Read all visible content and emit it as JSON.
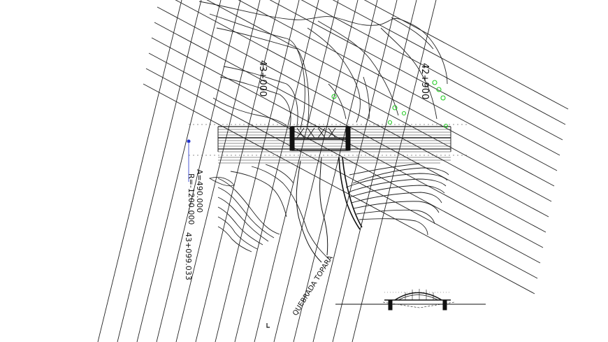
{
  "drawing": {
    "station_labels": {
      "sta_43_000": "43+000",
      "sta_42_900": "42+900",
      "sta_43_099": "43+099.033"
    },
    "curve_params": {
      "a_value": "A=490.000",
      "r_value": "R=-1200.000"
    },
    "stream_name": "QUEBRADA TOPARA",
    "colors": {
      "linework": "#111111",
      "vegetation": "#22cc22",
      "marker": "#2233cc"
    }
  }
}
